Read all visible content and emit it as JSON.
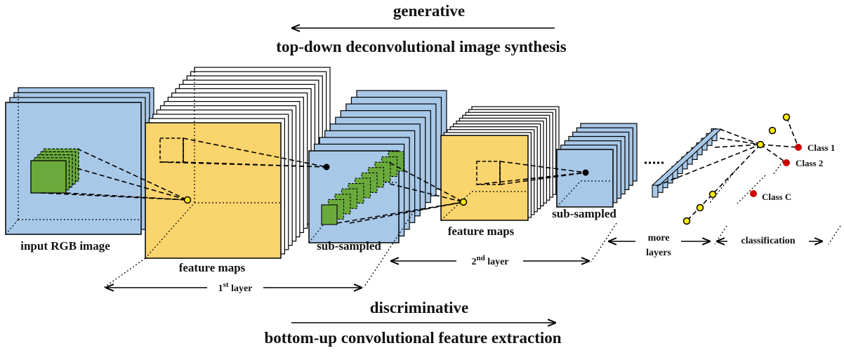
{
  "diagram": {
    "headings": {
      "generative": "generative",
      "top_down": "top-down deconvolutional image synthesis",
      "discriminative": "discriminative",
      "bottom_up": "bottom-up convolutional feature extraction"
    },
    "stages": {
      "input": "input  RGB image",
      "feature_maps_1": "feature maps",
      "subsampled_1": "sub-sampled",
      "feature_maps_2": "feature maps",
      "subsampled_2": "sub-sampled"
    },
    "layers": {
      "first_num": "1",
      "first_sup": "st",
      "first_word": " layer",
      "second_num": "2",
      "second_sup": "nd",
      "second_word": " layer",
      "more_1": "more",
      "more_2": "layers",
      "classification": "classification"
    },
    "classes": [
      "Class 1",
      "Class 2",
      "Class C"
    ],
    "colors": {
      "blue": "#a8c8e8",
      "yellow": "#fad46c",
      "green": "#6aaa3c",
      "node": "#ffea00",
      "class_dot": "#cc0000"
    }
  }
}
